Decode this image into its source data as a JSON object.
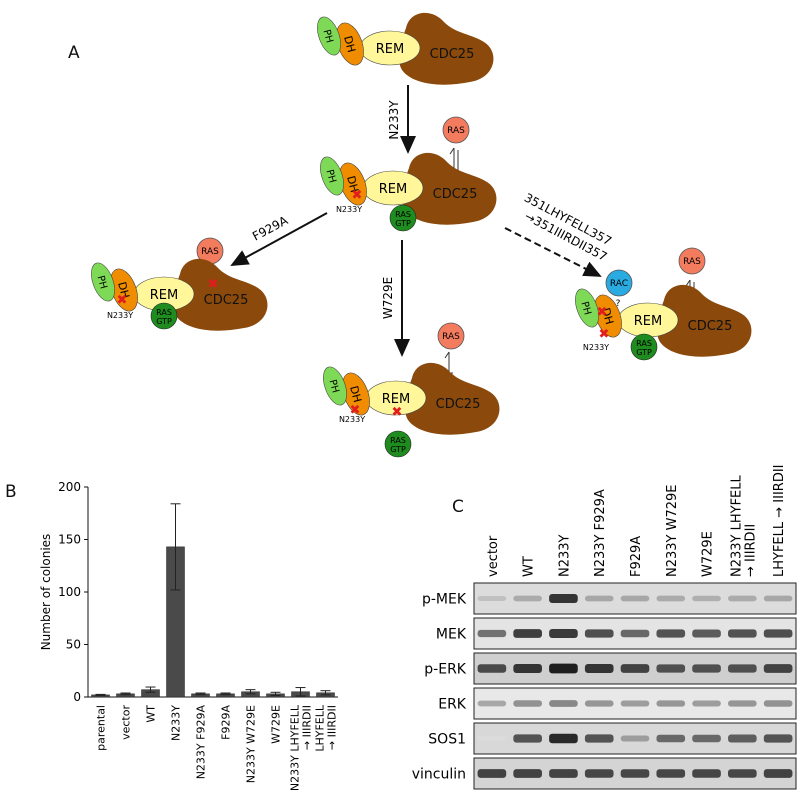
{
  "panels": {
    "A": "A",
    "B": "B",
    "C": "C"
  },
  "domains": {
    "ph": "PH",
    "dh": "DH",
    "rem": "REM",
    "cdc25": "CDC25",
    "ras": "RAS",
    "ras_gtp": [
      "RAS",
      "GTP"
    ],
    "rac": "RAC"
  },
  "mutations": {
    "n233y_arrow": "N233Y",
    "n233y_mark": "N233Y",
    "f929a": "F929A",
    "w729e": "W729E",
    "swap_from": "351LHYFELL357",
    "swap_to": "351IIIRDII357",
    "question": "?"
  },
  "colors": {
    "ph": "#7ed957",
    "dh": "#f08c00",
    "rem": "#fff79a",
    "cdc25": "#8b4a0c",
    "ras": "#f47c5e",
    "ras_gtp": "#1e8c1e",
    "rac": "#29abe2",
    "mutation_x": "#e11d1d",
    "bar": "#4a4a4a"
  },
  "chart_data": {
    "type": "bar",
    "ylabel": "Number of colonies",
    "ylim": [
      0,
      200
    ],
    "yticks": [
      0,
      50,
      100,
      150,
      200
    ],
    "categories": [
      [
        "parental"
      ],
      [
        "vector"
      ],
      [
        "WT"
      ],
      [
        "N233Y"
      ],
      [
        "N233Y F929A"
      ],
      [
        "F929A"
      ],
      [
        "N233Y W729E"
      ],
      [
        "W729E"
      ],
      [
        "N233Y LHYFELL",
        "→ IIIRDII"
      ],
      [
        "LHYFELL",
        "→ IIIRDII"
      ]
    ],
    "values": [
      2,
      3,
      7,
      143,
      3,
      3,
      5,
      3,
      5,
      4
    ],
    "errors": [
      0.5,
      0.8,
      2.5,
      41,
      0.8,
      0.8,
      2,
      1.5,
      4,
      2
    ]
  },
  "blot": {
    "lanes": [
      [
        "vector"
      ],
      [
        "WT"
      ],
      [
        "N233Y"
      ],
      [
        "N233Y F929A"
      ],
      [
        "F929A"
      ],
      [
        "N233Y W729E"
      ],
      [
        "W729E"
      ],
      [
        "N233Y LHYFELL",
        "→ IIIRDII"
      ],
      [
        "LHYFELL → IIIRDII"
      ]
    ],
    "rows": [
      {
        "label": "p-MEK",
        "bg": "#dcdcdc",
        "intensity": [
          0.18,
          0.28,
          0.85,
          0.3,
          0.3,
          0.28,
          0.26,
          0.28,
          0.3
        ]
      },
      {
        "label": "MEK",
        "bg": "#e4e4e4",
        "intensity": [
          0.55,
          0.8,
          0.82,
          0.72,
          0.6,
          0.7,
          0.66,
          0.7,
          0.72
        ]
      },
      {
        "label": "p-ERK",
        "bg": "#cfcfcf",
        "intensity": [
          0.75,
          0.85,
          0.95,
          0.85,
          0.78,
          0.72,
          0.72,
          0.72,
          0.78
        ]
      },
      {
        "label": "ERK",
        "bg": "#e8e8e8",
        "intensity": [
          0.3,
          0.4,
          0.45,
          0.38,
          0.35,
          0.38,
          0.35,
          0.38,
          0.4
        ]
      },
      {
        "label": "SOS1",
        "bg": "#d8d8d8",
        "intensity": [
          0.05,
          0.7,
          0.9,
          0.7,
          0.35,
          0.6,
          0.6,
          0.65,
          0.7
        ]
      },
      {
        "label": "vinculin",
        "bg": "#d4d4d4",
        "intensity": [
          0.78,
          0.78,
          0.78,
          0.76,
          0.76,
          0.76,
          0.76,
          0.76,
          0.78
        ]
      }
    ]
  }
}
